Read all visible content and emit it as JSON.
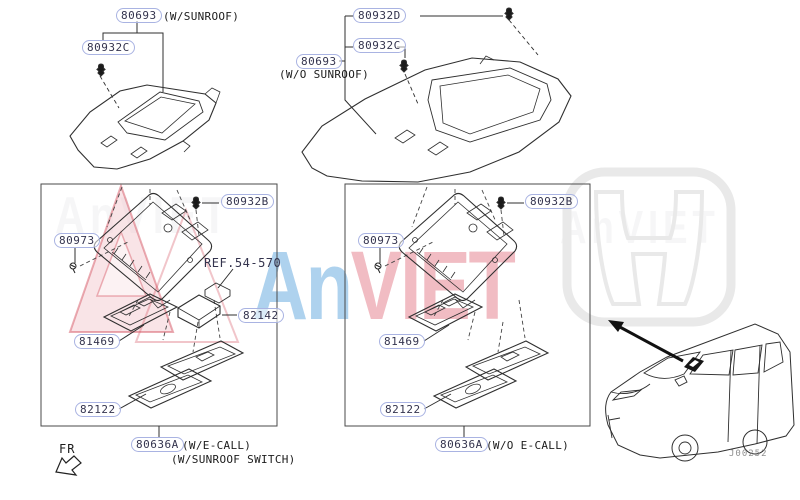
{
  "diagram": {
    "top_left": {
      "part": "80693",
      "variant": "(W/SUNROOF)",
      "clip": "80932C"
    },
    "top_right": {
      "part": "80693",
      "variant": "(W/O SUNROOF)",
      "clip_top": "80932D",
      "clip_side": "80932C"
    },
    "left_box": {
      "clip": "80932B",
      "screw": "80973",
      "ref": "REF.54-570",
      "switch": "82142",
      "panel": "81469",
      "lamp": "82122",
      "caption": "80636A",
      "caption_note1": "(W/E-CALL)",
      "caption_note2": "(W/SUNROOF SWITCH)"
    },
    "right_box": {
      "clip": "80932B",
      "screw": "80973",
      "panel": "81469",
      "lamp": "82122",
      "caption": "80636A",
      "caption_note1": "(W/O E-CALL)"
    },
    "fr_label": "FR",
    "code": "J00252"
  },
  "watermark": {
    "blue": "An",
    "red": "VIET",
    "ghost": "AnVIET"
  },
  "icons": {
    "clip": "push-clip-icon",
    "screw": "screw-icon",
    "fr_arrow": "fr-direction-arrow-icon",
    "pointer": "location-arrow-icon",
    "logo": "honda-logo-watermark"
  },
  "colors": {
    "label_text": "#34344e",
    "capsule_border": "#a9b3e2",
    "line": "#2f2f2f",
    "watermark_blue": "#7db6e4",
    "watermark_red": "#db5868",
    "logo_gray": "#e9e9e9",
    "code_gray": "#8f8f8f"
  }
}
